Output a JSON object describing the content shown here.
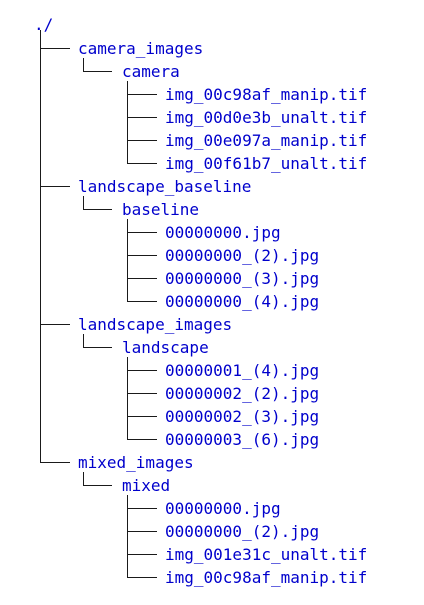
{
  "root": "./",
  "folders": [
    {
      "name": "camera_images",
      "subfolder": "camera",
      "files": [
        "img_00c98af_manip.tif",
        "img_00d0e3b_unalt.tif",
        "img_00e097a_manip.tif",
        "img_00f61b7_unalt.tif"
      ]
    },
    {
      "name": "landscape_baseline",
      "subfolder": "baseline",
      "files": [
        "00000000.jpg",
        "00000000_(2).jpg",
        "00000000_(3).jpg",
        "00000000_(4).jpg"
      ]
    },
    {
      "name": "landscape_images",
      "subfolder": "landscape",
      "files": [
        "00000001_(4).jpg",
        "00000002_(2).jpg",
        "00000002_(3).jpg",
        "00000003_(6).jpg"
      ]
    },
    {
      "name": "mixed_images",
      "subfolder": "mixed",
      "files": [
        "00000000.jpg",
        "00000000_(2).jpg",
        "img_001e31c_unalt.tif",
        "img_00c98af_manip.tif"
      ]
    }
  ],
  "colors": {
    "text": "#0000cc",
    "connector": "#1a1a1a",
    "background": "#ffffff"
  }
}
